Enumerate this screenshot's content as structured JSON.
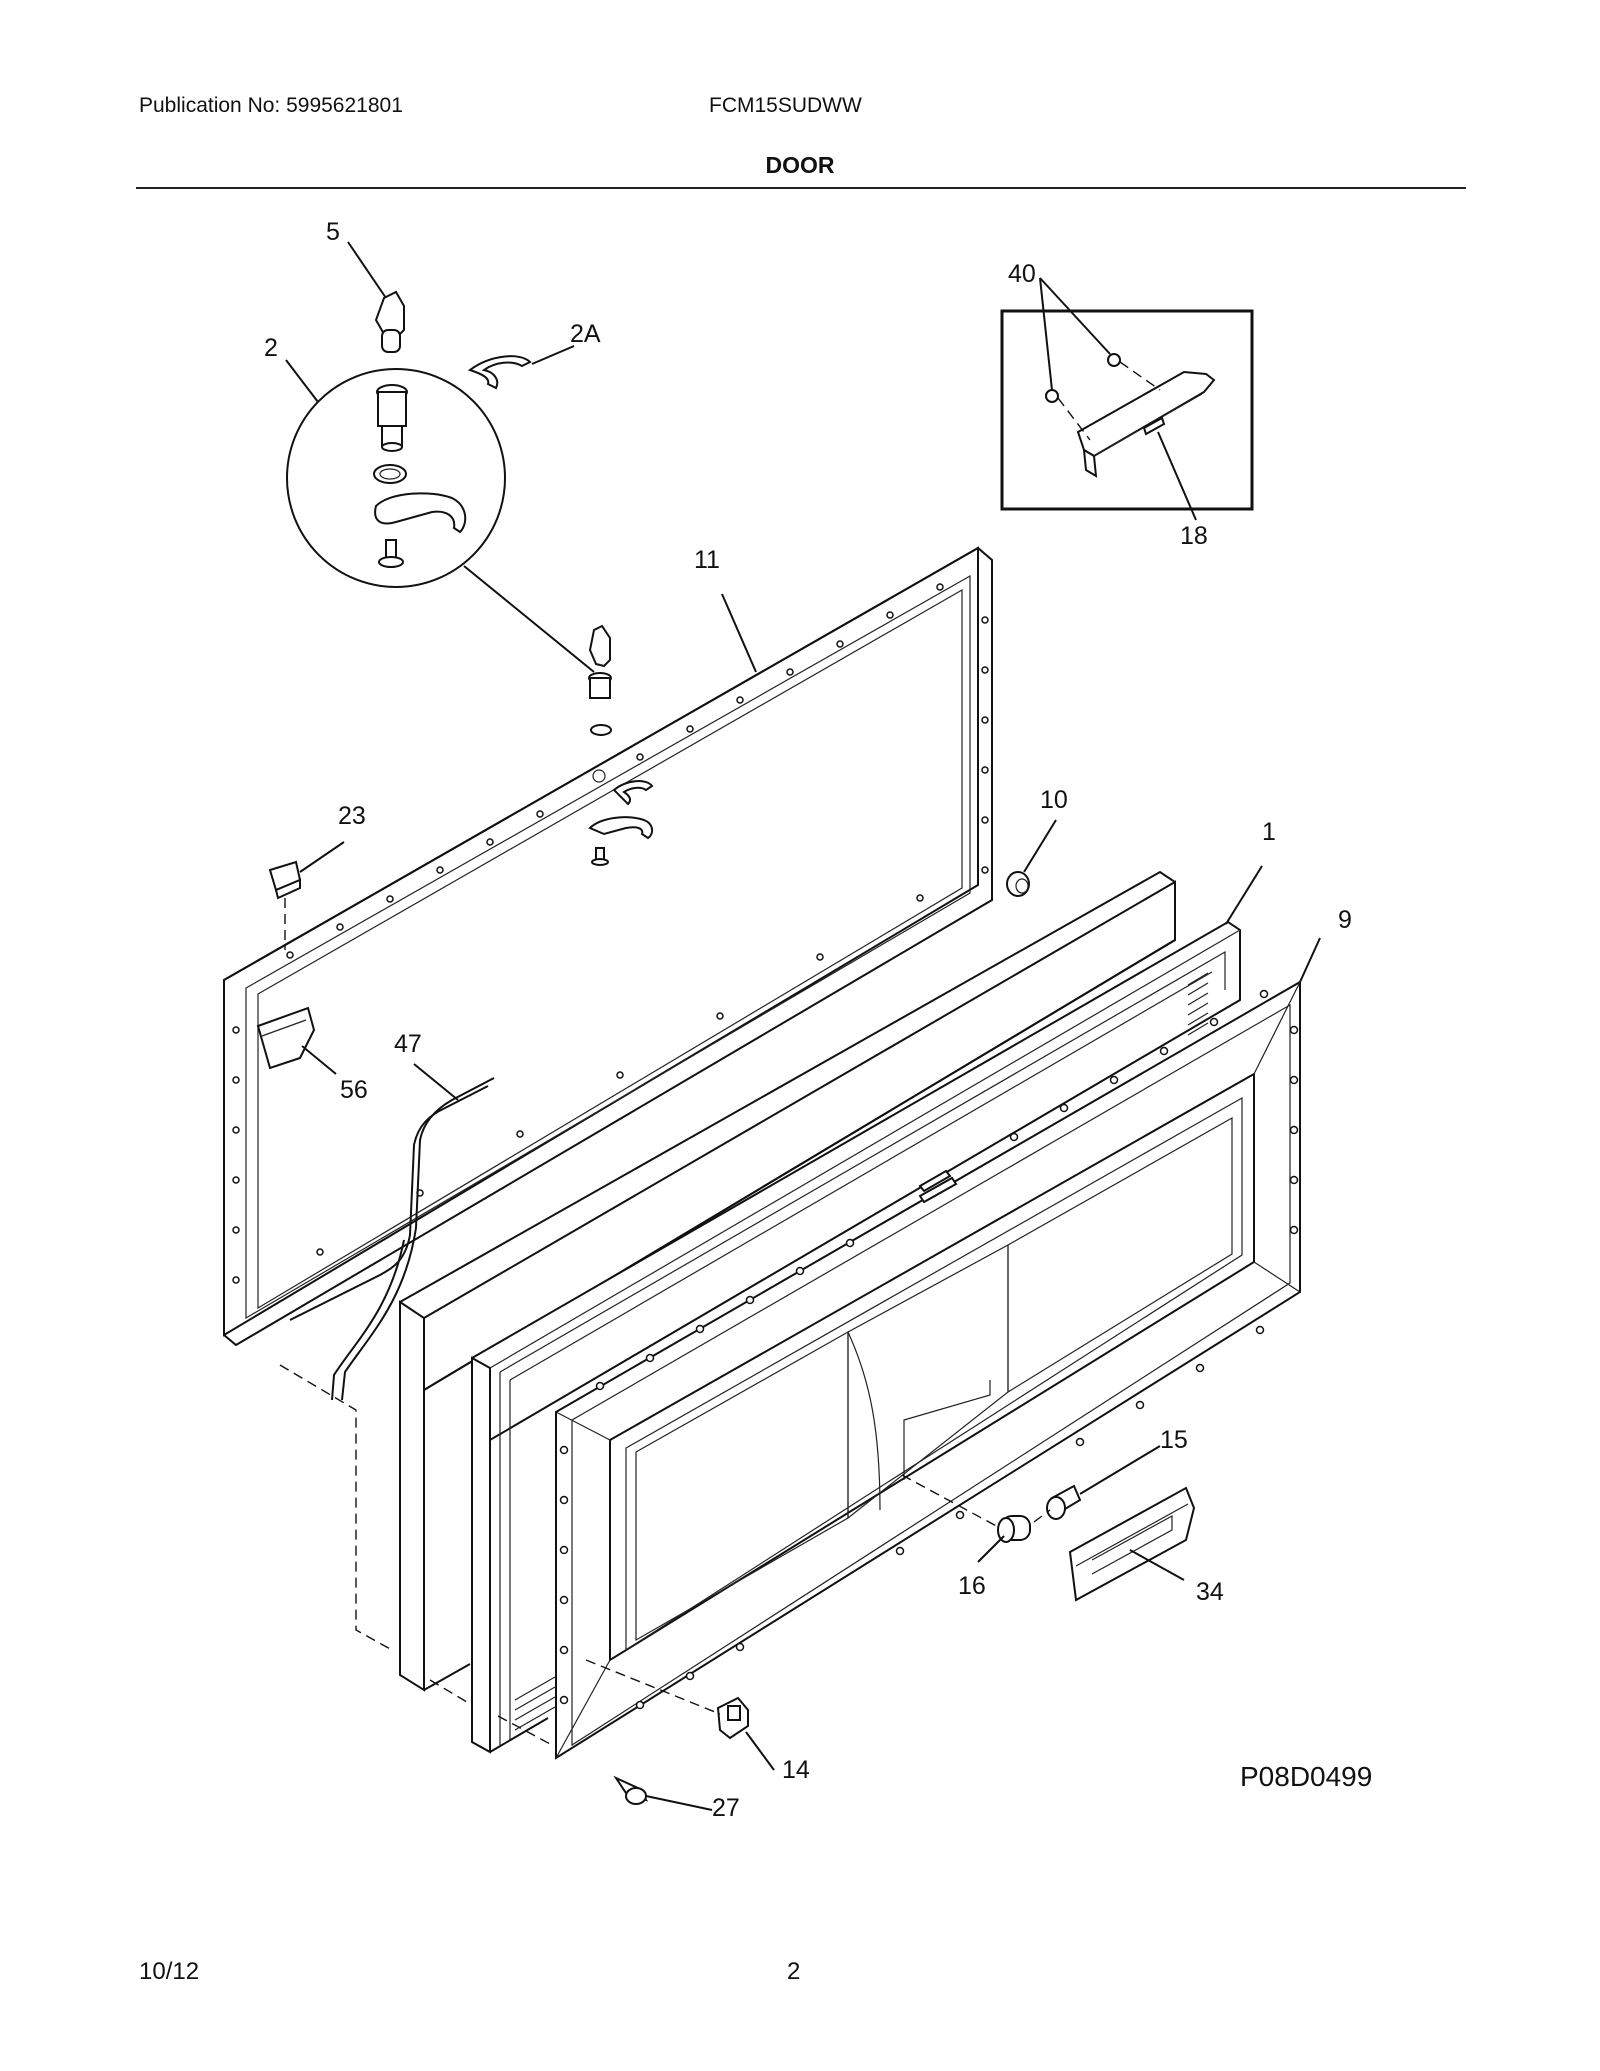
{
  "header": {
    "publication": "Publication No: 5995621801",
    "model": "FCM15SUDWW",
    "section_title": "DOOR"
  },
  "diagram": {
    "drawing_code": "P08D0499",
    "callouts": {
      "c1": "1",
      "c2": "2",
      "c2A": "2A",
      "c5": "5",
      "c9": "9",
      "c10": "10",
      "c11": "11",
      "c14": "14",
      "c15": "15",
      "c16": "16",
      "c18": "18",
      "c23": "23",
      "c27": "27",
      "c34": "34",
      "c40": "40",
      "c47": "47",
      "c56": "56"
    }
  },
  "footer": {
    "date": "10/12",
    "page": "2"
  }
}
